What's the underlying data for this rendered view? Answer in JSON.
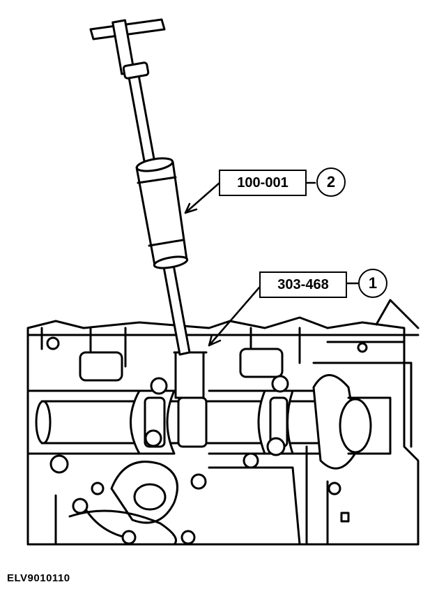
{
  "callouts": [
    {
      "number": "2",
      "tool_code": "100-001"
    },
    {
      "number": "1",
      "tool_code": "303-468"
    }
  ],
  "figure_code": "ELV9010110",
  "colors": {
    "line": "#000000",
    "background": "#ffffff"
  }
}
